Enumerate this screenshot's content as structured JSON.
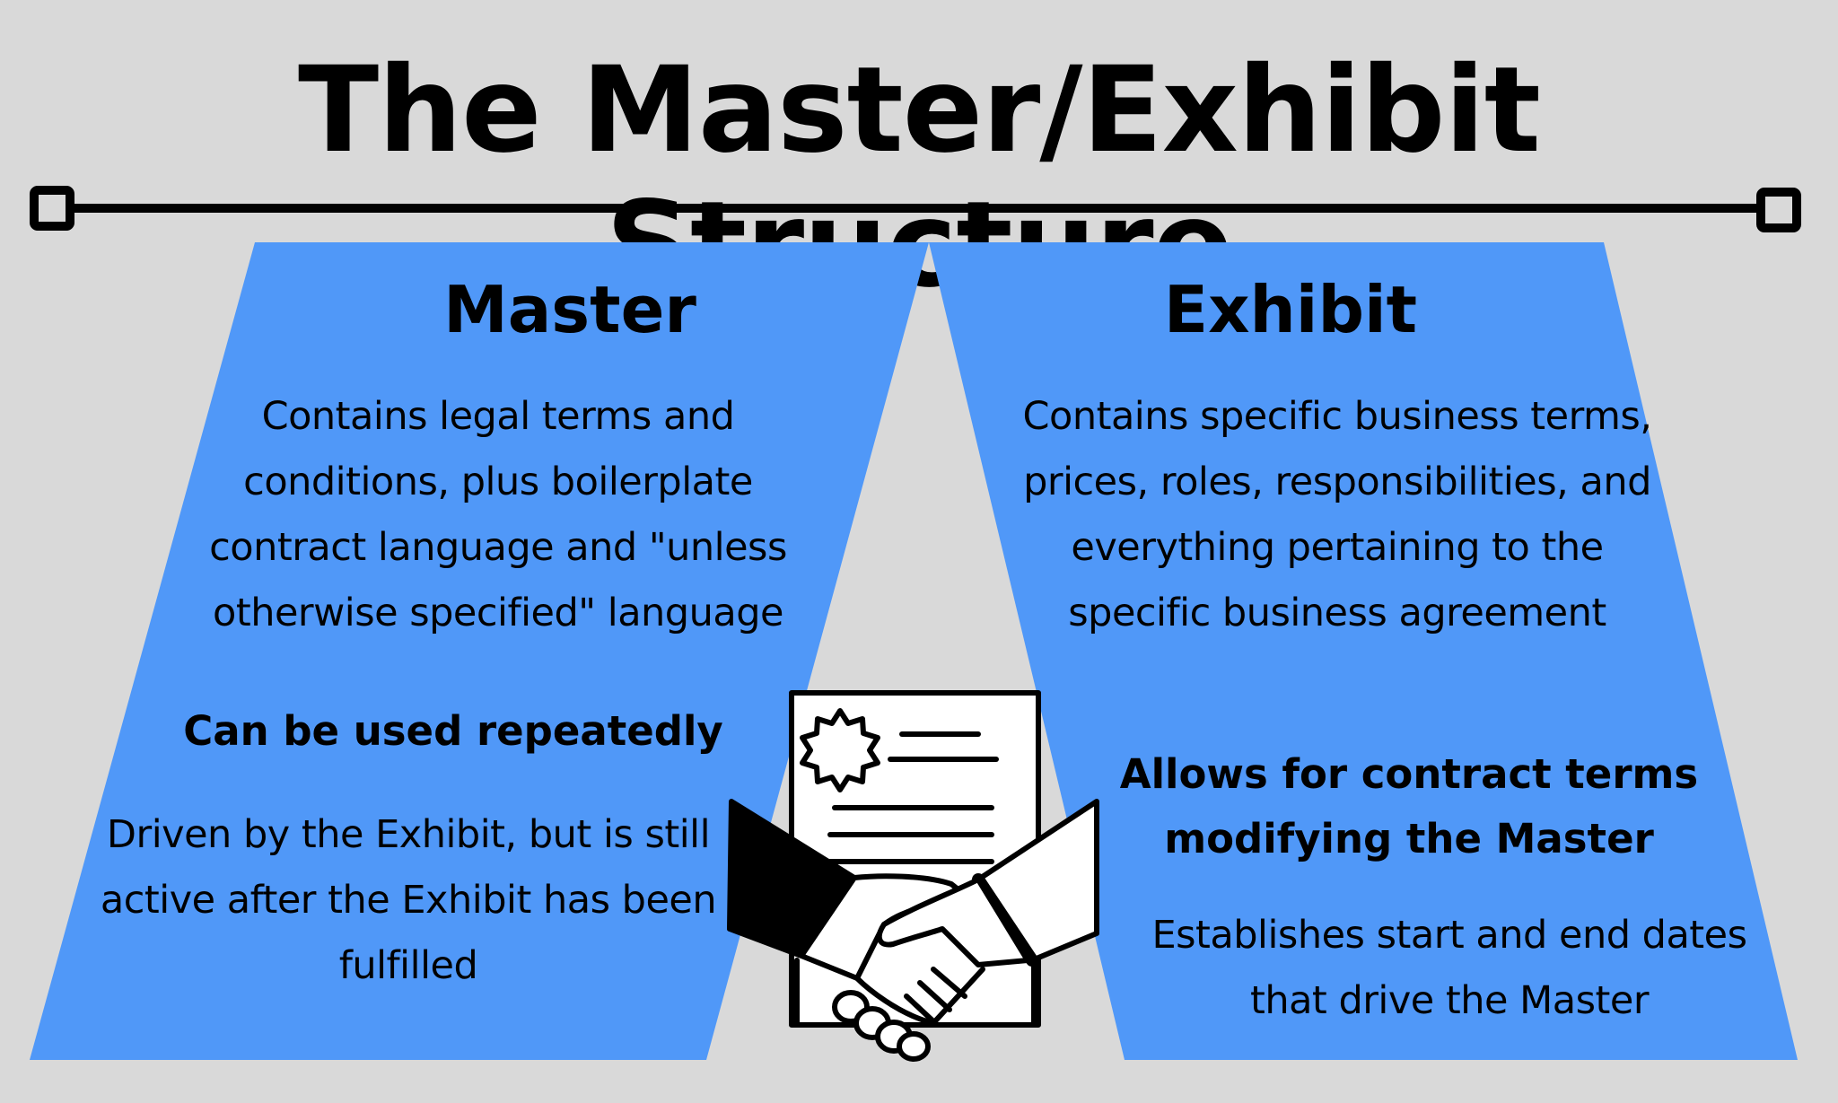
{
  "title": "The Master/Exhibit Structure",
  "colors": {
    "background": "#d9d9d9",
    "panel": "#5098f8",
    "ink": "#000000"
  },
  "icons": {
    "center": "handshake-contract-icon"
  },
  "master": {
    "heading": "Master",
    "description": "Contains legal terms and conditions, plus boilerplate contract language and \"unless otherwise specified\" language",
    "highlight": "Can be used repeatedly",
    "note": "Driven by the Exhibit, but is still active after the Exhibit has been fulfilled"
  },
  "exhibit": {
    "heading": "Exhibit",
    "description": "Contains specific business terms, prices, roles, responsibilities, and everything pertaining to the specific business agreement",
    "highlight": "Allows for contract terms modifying the Master",
    "note": "Establishes start and end dates that drive the Master"
  }
}
